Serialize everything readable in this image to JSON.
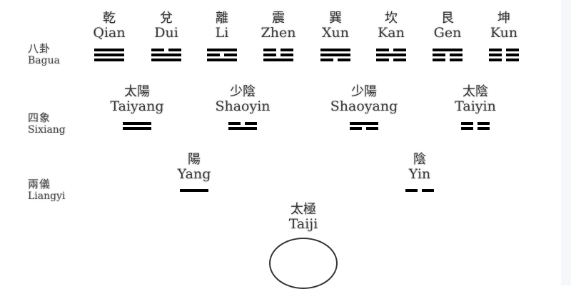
{
  "diagram": {
    "levels": [
      {
        "id": "bagua",
        "label_zh": "八卦",
        "label_en": "Bagua"
      },
      {
        "id": "sixiang",
        "label_zh": "四象",
        "label_en": "Sixiang"
      },
      {
        "id": "liangyi",
        "label_zh": "兩儀",
        "label_en": "Liangyi"
      }
    ],
    "bagua": [
      {
        "zh": "乾",
        "en": "Qian",
        "lines": [
          "solid",
          "solid",
          "solid"
        ]
      },
      {
        "zh": "兌",
        "en": "Dui",
        "lines": [
          "broken",
          "solid",
          "solid"
        ]
      },
      {
        "zh": "離",
        "en": "Li",
        "lines": [
          "solid",
          "broken",
          "solid"
        ]
      },
      {
        "zh": "震",
        "en": "Zhen",
        "lines": [
          "broken",
          "broken",
          "solid"
        ]
      },
      {
        "zh": "巽",
        "en": "Xun",
        "lines": [
          "solid",
          "solid",
          "broken"
        ]
      },
      {
        "zh": "坎",
        "en": "Kan",
        "lines": [
          "broken",
          "solid",
          "broken"
        ]
      },
      {
        "zh": "艮",
        "en": "Gen",
        "lines": [
          "solid",
          "broken",
          "broken"
        ]
      },
      {
        "zh": "坤",
        "en": "Kun",
        "lines": [
          "broken",
          "broken",
          "broken"
        ]
      }
    ],
    "sixiang": [
      {
        "zh": "太陽",
        "en": "Taiyang",
        "lines": [
          "solid",
          "solid"
        ]
      },
      {
        "zh": "少陰",
        "en": "Shaoyin",
        "lines": [
          "broken",
          "solid"
        ]
      },
      {
        "zh": "少陽",
        "en": "Shaoyang",
        "lines": [
          "solid",
          "broken"
        ]
      },
      {
        "zh": "太陰",
        "en": "Taiyin",
        "lines": [
          "broken",
          "broken"
        ]
      }
    ],
    "liangyi": [
      {
        "zh": "陽",
        "en": "Yang",
        "lines": [
          "solid"
        ]
      },
      {
        "zh": "陰",
        "en": "Yin",
        "lines": [
          "broken"
        ]
      }
    ],
    "taiji": {
      "zh": "太極",
      "en": "Taiji"
    }
  }
}
